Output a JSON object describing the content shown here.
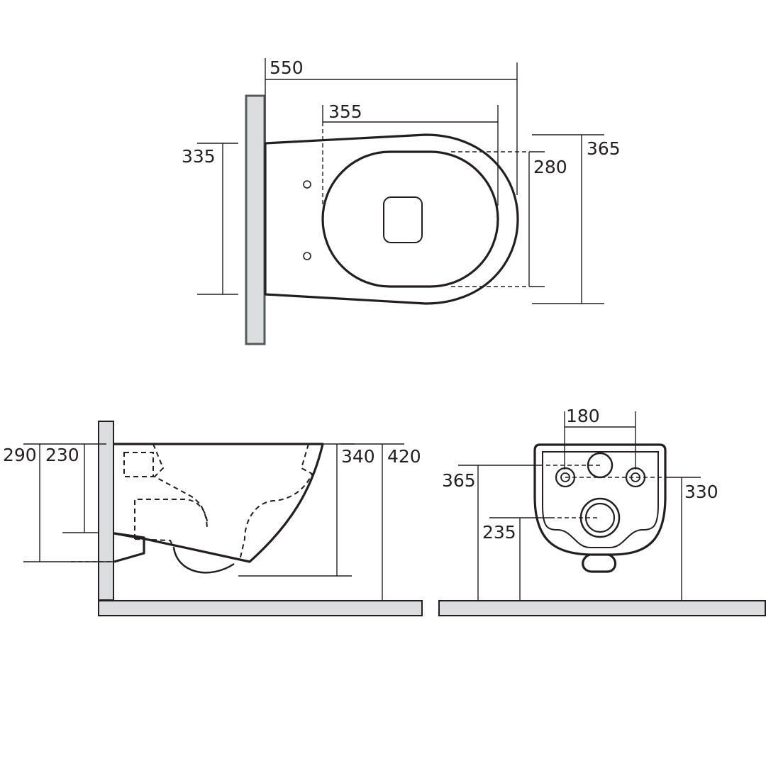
{
  "top_view": {
    "dim_length_total": "550",
    "dim_length_inner": "355",
    "dim_fixing_height": "335",
    "dim_inner_width": "280",
    "dim_total_width": "365"
  },
  "side_view": {
    "dim_290": "290",
    "dim_230": "230",
    "dim_340": "340",
    "dim_420": "420"
  },
  "rear_view": {
    "dim_bolt_spacing": "180",
    "dim_365": "365",
    "dim_330": "330",
    "dim_235": "235"
  }
}
